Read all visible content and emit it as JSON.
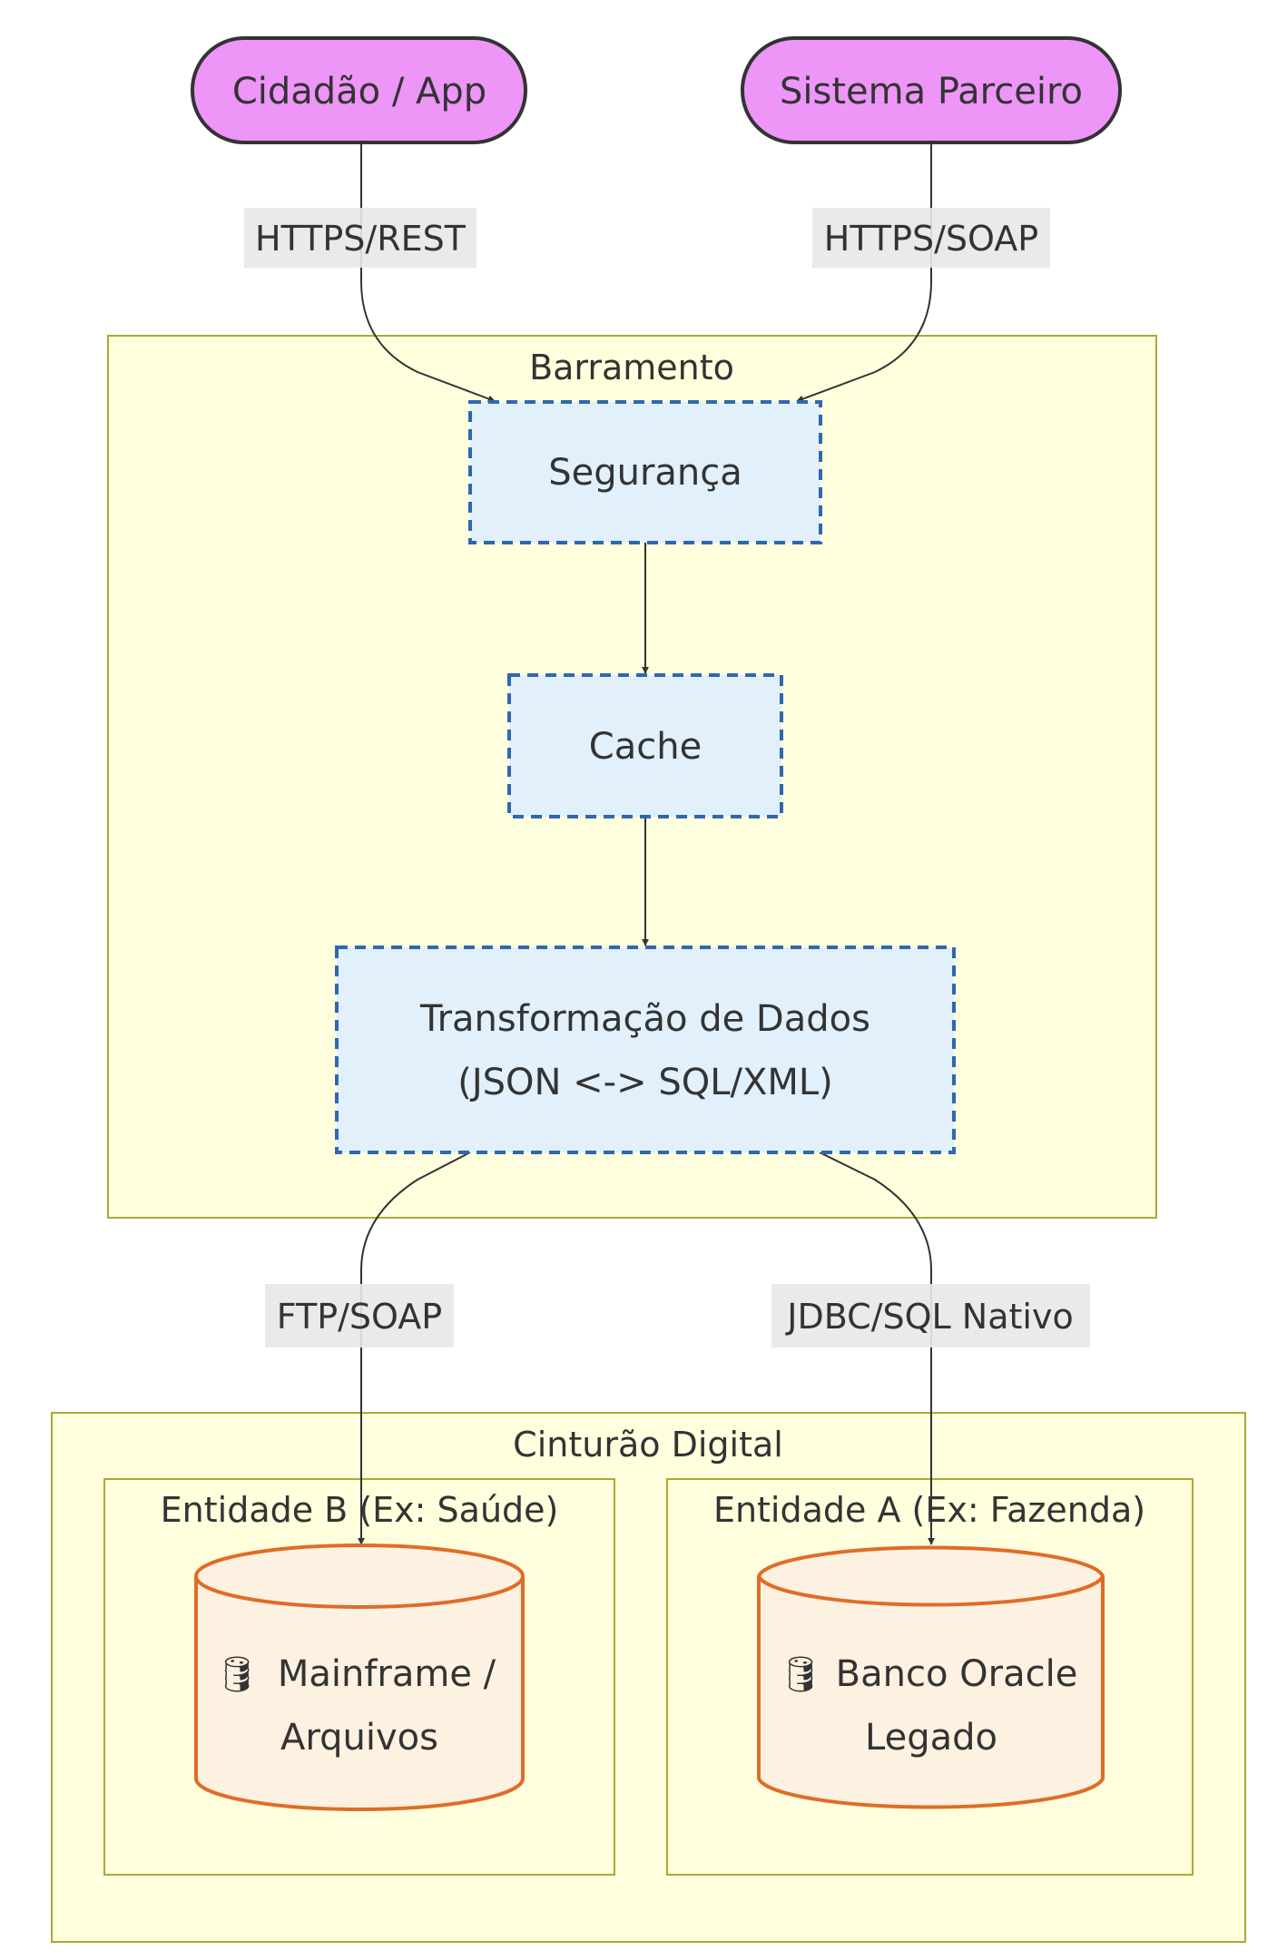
{
  "colors": {
    "actor_fill": "#ee95f8",
    "actor_stroke": "#333333",
    "cluster_fill": "#ffffde",
    "cluster_stroke": "#aaaa33",
    "process_fill": "#e1f0fb",
    "process_stroke": "#2f67b1",
    "db_fill": "#fdf1e1",
    "db_stroke": "#e06c27",
    "edge": "#333333",
    "edge_label_bg": "#e8e8e8"
  },
  "actors": {
    "cidadao": "Cidadão / App",
    "parceiro": "Sistema Parceiro"
  },
  "clusters": {
    "barramento": "Barramento",
    "cinturao": "Cinturão Digital",
    "entidade_b": "Entidade B (Ex: Saúde)",
    "entidade_a": "Entidade A (Ex: Fazenda)"
  },
  "processes": {
    "seguranca": "Segurança",
    "cache": "Cache",
    "transformacao_line1": "Transformação de Dados",
    "transformacao_line2": "(JSON <-> SQL/XML)"
  },
  "databases": {
    "mainframe_icon": "🛢",
    "mainframe_line1": "Mainframe /",
    "mainframe_line2": "Arquivos",
    "oracle_icon": "🛢",
    "oracle_line1": "Banco Oracle",
    "oracle_line2": "Legado"
  },
  "edges": {
    "rest": "HTTPS/REST",
    "soap": "HTTPS/SOAP",
    "ftp": "FTP/SOAP",
    "jdbc": "JDBC/SQL Nativo"
  }
}
